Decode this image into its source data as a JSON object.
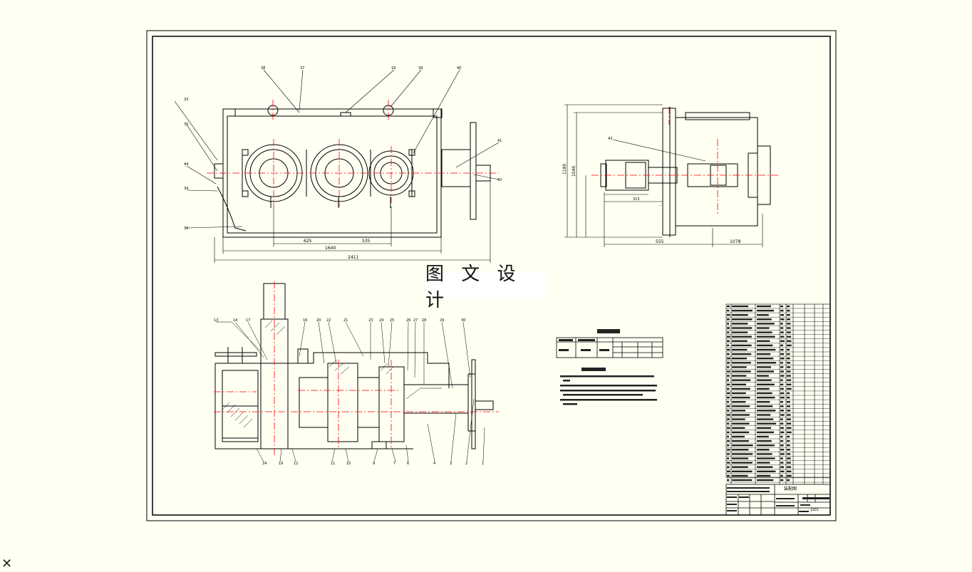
{
  "watermark": "图 文 设 计",
  "close_icon": "close-icon",
  "colors": {
    "paper": "#fffff2",
    "line": "#000000",
    "centerline": "#ff0000"
  },
  "front_view": {
    "dim_total": "2411",
    "dim_box": "1640",
    "dim_a": "625",
    "dim_b": "535"
  },
  "side_view": {
    "dim_h1": "1180",
    "dim_h2": "1040",
    "dim_w1": "555",
    "dim_w2": "1078",
    "dim_w3": "315"
  },
  "title_block": {
    "drawing_name": "装配图",
    "drawing_no": "JS01"
  }
}
